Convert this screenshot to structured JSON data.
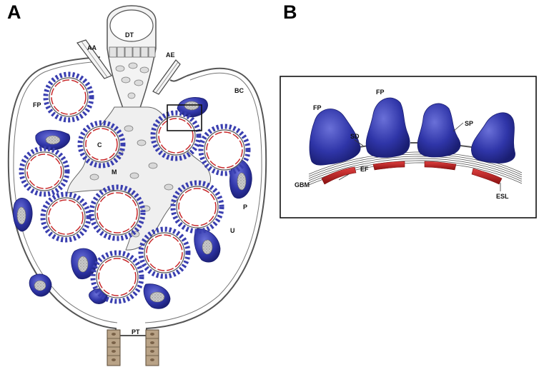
{
  "panels": {
    "a": {
      "letter": "A"
    },
    "b": {
      "letter": "B"
    }
  },
  "labels_a": {
    "dt": "DT",
    "aa": "AA",
    "ae": "AE",
    "bc": "BC",
    "fp": "FP",
    "c": "C",
    "m": "M",
    "p": "P",
    "u": "U",
    "pt": "PT"
  },
  "labels_b": {
    "fp_left": "FP",
    "fp_top": "FP",
    "sd": "SD",
    "sp": "SP",
    "ef": "EF",
    "gbm": "GBM",
    "esl": "ESL"
  },
  "colors": {
    "podocyte": "#2b2f9c",
    "podocyte_light": "#5a5fc8",
    "endothelial": "#c8282a",
    "outline": "#555555",
    "mesangium": "#efefef",
    "nucleus": "#bdbdbd",
    "tubule": "#9c8466"
  }
}
